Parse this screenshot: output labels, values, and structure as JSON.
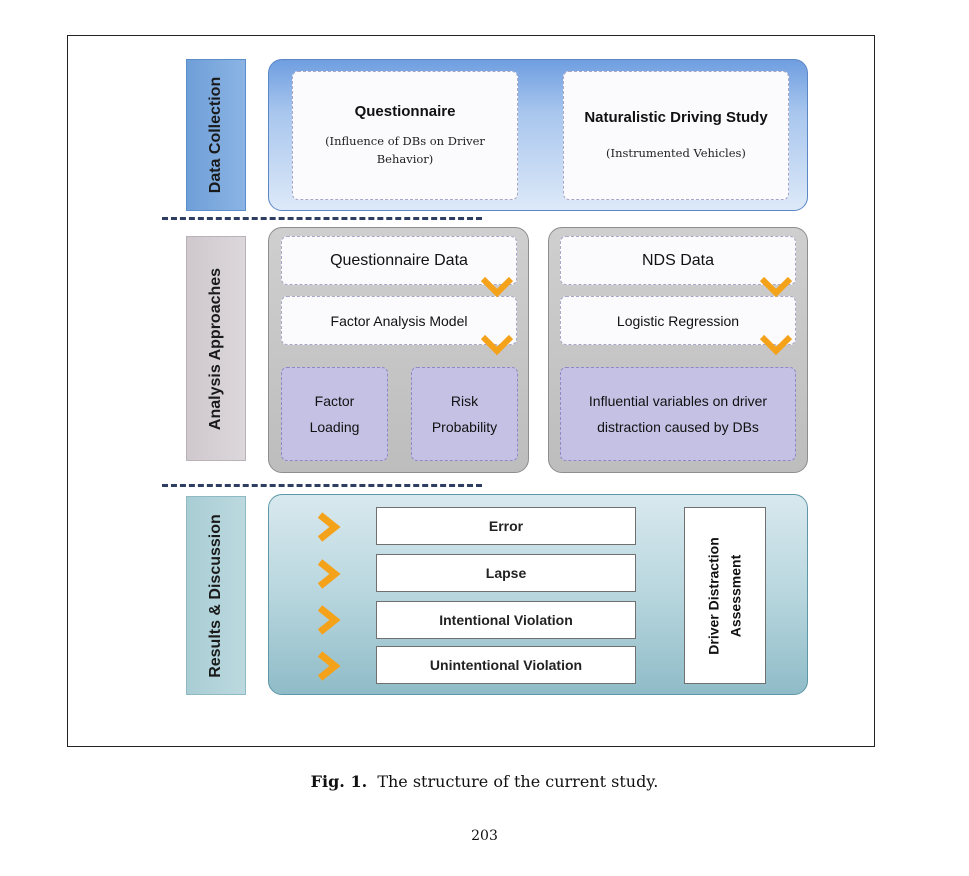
{
  "sections": {
    "data_collection": "Data Collection",
    "analysis_approaches": "Analysis Approaches",
    "results_discussion": "Results & Discussion"
  },
  "data_collection": {
    "questionnaire_title": "Questionnaire",
    "questionnaire_sub": "(Influence of DBs on Driver Behavior)",
    "nds_title": "Naturalistic Driving Study",
    "nds_sub": "(Instrumented Vehicles)"
  },
  "analysis": {
    "left": {
      "data": "Questionnaire Data",
      "model": "Factor Analysis Model",
      "out1_line1": "Factor",
      "out1_line2": "Loading",
      "out2_line1": "Risk",
      "out2_line2": "Probability"
    },
    "right": {
      "data": "NDS Data",
      "model": "Logistic Regression",
      "out_line1": "Influential variables on driver",
      "out_line2": "distraction caused by DBs"
    }
  },
  "results": {
    "items": [
      "Error",
      "Lapse",
      "Intentional Violation",
      "Unintentional Violation"
    ],
    "assessment_line1": "Driver Distraction",
    "assessment_line2": "Assessment"
  },
  "caption": {
    "label": "Fig. 1.",
    "text": "The structure of the current study."
  },
  "page_number": "203",
  "colors": {
    "arrow": "#f5a21b",
    "data_collection": "#6f9fd8",
    "analysis": "#cfc9cd",
    "results": "#a9cdd5",
    "output_box": "#c4c1e5"
  }
}
